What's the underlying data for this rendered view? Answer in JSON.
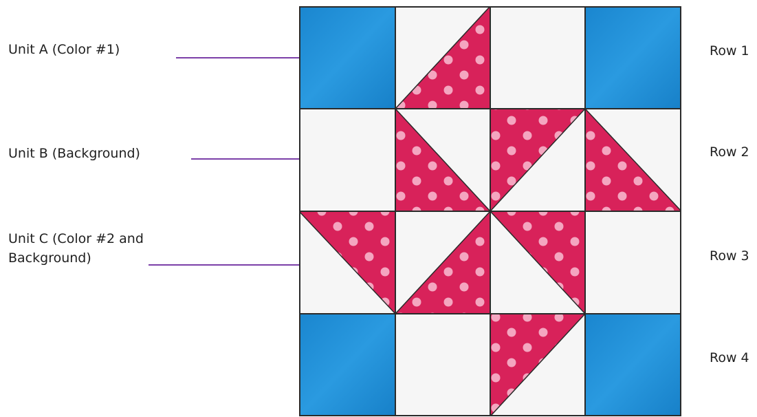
{
  "labels": {
    "unit_a": "Unit A (Color #1)",
    "unit_b": "Unit B (Background)",
    "unit_c_line1": "Unit C (Color #2 and",
    "unit_c_line2": "Background)"
  },
  "rows": [
    "Row 1",
    "Row 2",
    "Row 3",
    "Row 4"
  ],
  "colors": {
    "color_1_blue": "#1e8fd6",
    "color_2_pink": "#d8225a",
    "background_white": "#f6f6f6",
    "seam_line": "#2a2a2a",
    "arrow": "#7b3fa8",
    "polka_dot": "#f4a6c0"
  },
  "quilt_block": {
    "grid": "4x4",
    "units": [
      "A",
      "B",
      "C"
    ]
  }
}
